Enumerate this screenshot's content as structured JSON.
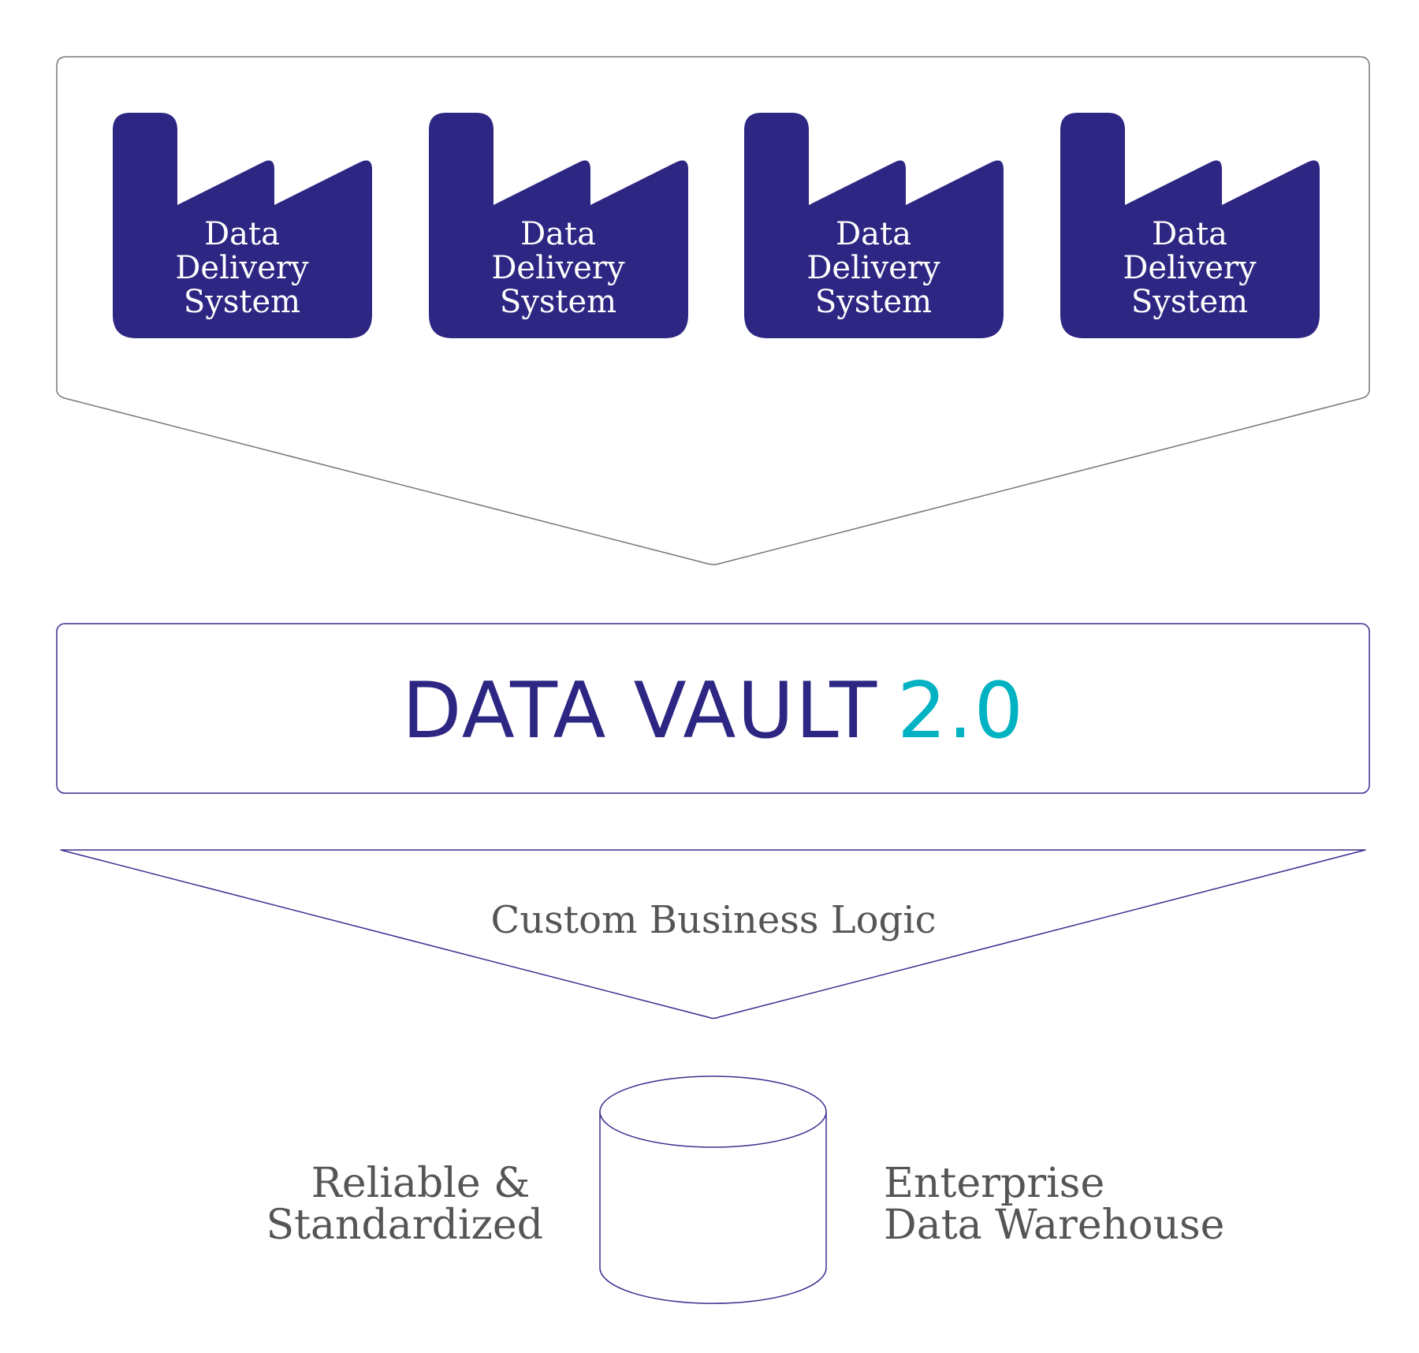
{
  "colors": {
    "factory_fill": "#2e2683",
    "outline_gray": "#777777",
    "outline_purple": "#3a2f8f",
    "title_primary": "#2e2683",
    "title_accent": "#00b2c2",
    "label_gray": "#555555"
  },
  "sources": {
    "factories": [
      {
        "icon": "factory-icon",
        "lines": [
          "Data",
          "Delivery",
          "System"
        ]
      },
      {
        "icon": "factory-icon",
        "lines": [
          "Data",
          "Delivery",
          "System"
        ]
      },
      {
        "icon": "factory-icon",
        "lines": [
          "Data",
          "Delivery",
          "System"
        ]
      },
      {
        "icon": "factory-icon",
        "lines": [
          "Data",
          "Delivery",
          "System"
        ]
      }
    ]
  },
  "vault": {
    "title_main": "DATA VAULT",
    "title_version": "2.0"
  },
  "logic": {
    "label": "Custom Business Logic"
  },
  "warehouse": {
    "icon": "database-icon",
    "left_lines": [
      "Reliable &",
      "Standardized"
    ],
    "right_lines": [
      "Enterprise",
      "Data Warehouse"
    ]
  }
}
